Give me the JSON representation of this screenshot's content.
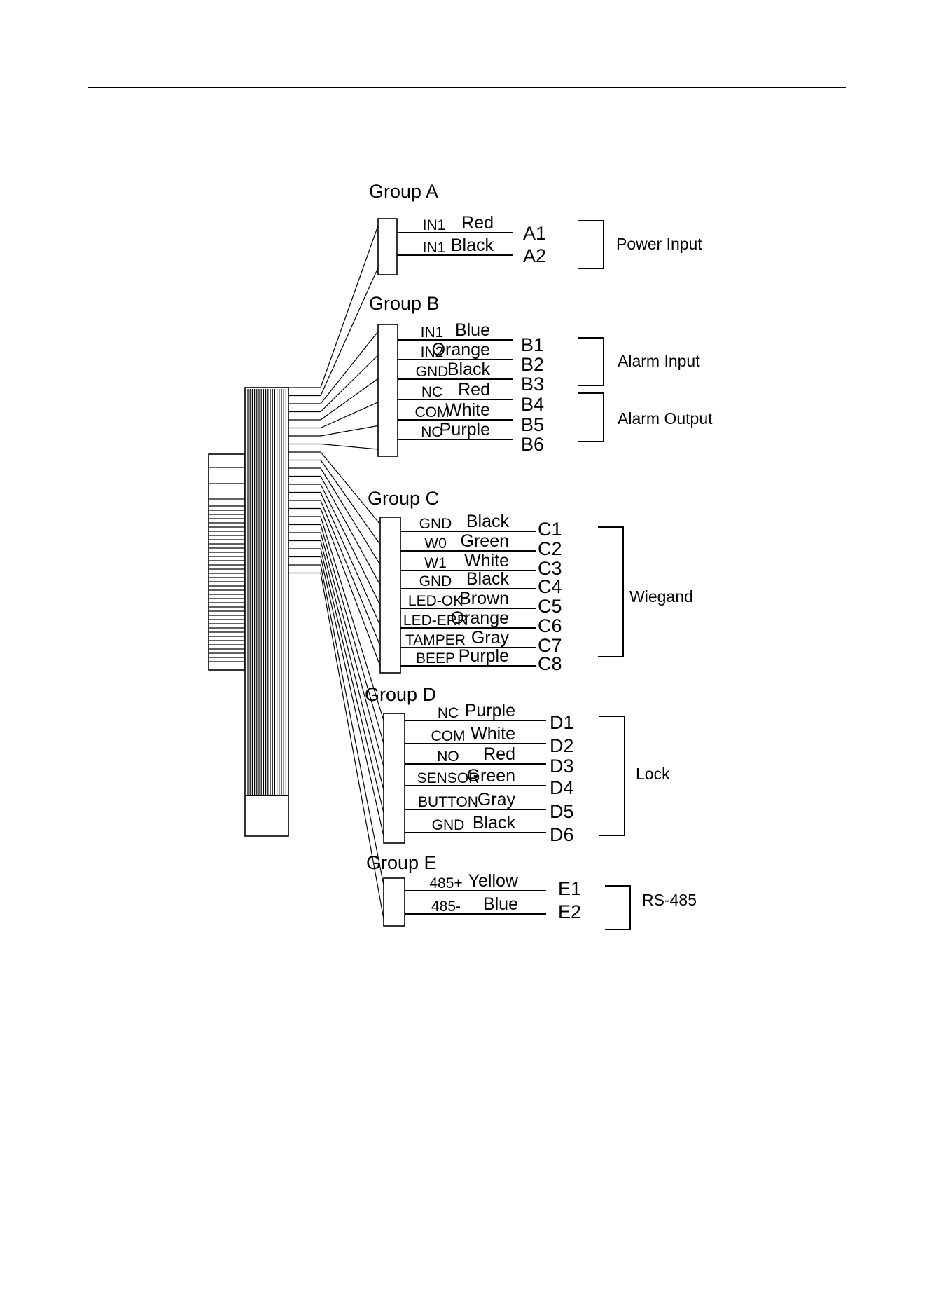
{
  "groups": [
    {
      "id": "A",
      "title": "Group A",
      "wires": [
        {
          "signal": "IN1",
          "color": "Red",
          "pin": "A1"
        },
        {
          "signal": "IN1",
          "color": "Black",
          "pin": "A2"
        }
      ],
      "functions": [
        {
          "label": "Power Input",
          "pins": [
            "A1",
            "A2"
          ]
        }
      ]
    },
    {
      "id": "B",
      "title": "Group B",
      "wires": [
        {
          "signal": "IN1",
          "color": "Blue",
          "pin": "B1"
        },
        {
          "signal": "IN2",
          "color": "Orange",
          "pin": "B2"
        },
        {
          "signal": "GND",
          "color": "Black",
          "pin": "B3"
        },
        {
          "signal": "NC",
          "color": "Red",
          "pin": "B4"
        },
        {
          "signal": "COM",
          "color": "White",
          "pin": "B5"
        },
        {
          "signal": "NO",
          "color": "Purple",
          "pin": "B6"
        }
      ],
      "functions": [
        {
          "label": "Alarm Input",
          "pins": [
            "B1",
            "B3"
          ]
        },
        {
          "label": "Alarm Output",
          "pins": [
            "B4",
            "B6"
          ]
        }
      ]
    },
    {
      "id": "C",
      "title": "Group C",
      "wires": [
        {
          "signal": "GND",
          "color": "Black",
          "pin": "C1"
        },
        {
          "signal": "W0",
          "color": "Green",
          "pin": "C2"
        },
        {
          "signal": "W1",
          "color": "White",
          "pin": "C3"
        },
        {
          "signal": "GND",
          "color": "Black",
          "pin": "C4"
        },
        {
          "signal": "LED-OK",
          "color": "Brown",
          "pin": "C5"
        },
        {
          "signal": "LED-ERR",
          "color": "Orange",
          "pin": "C6"
        },
        {
          "signal": "TAMPER",
          "color": "Gray",
          "pin": "C7"
        },
        {
          "signal": "BEEP",
          "color": "Purple",
          "pin": "C8"
        }
      ],
      "functions": [
        {
          "label": "Wiegand",
          "pins": [
            "C1",
            "C8"
          ]
        }
      ]
    },
    {
      "id": "D",
      "title": "Group D",
      "wires": [
        {
          "signal": "NC",
          "color": "Purple",
          "pin": "D1"
        },
        {
          "signal": "COM",
          "color": "White",
          "pin": "D2"
        },
        {
          "signal": "NO",
          "color": "Red",
          "pin": "D3"
        },
        {
          "signal": "SENSOR",
          "color": "Green",
          "pin": "D4"
        },
        {
          "signal": "BUTTON",
          "color": "Gray",
          "pin": "D5"
        },
        {
          "signal": "GND",
          "color": "Black",
          "pin": "D6"
        }
      ],
      "functions": [
        {
          "label": "Lock",
          "pins": [
            "D1",
            "D6"
          ]
        }
      ]
    },
    {
      "id": "E",
      "title": "Group E",
      "wires": [
        {
          "signal": "485+",
          "color": "Yellow",
          "pin": "E1"
        },
        {
          "signal": "485-",
          "color": "Blue",
          "pin": "E2"
        }
      ],
      "functions": [
        {
          "label": "RS-485",
          "pins": [
            "E1",
            "E2"
          ]
        }
      ]
    }
  ]
}
